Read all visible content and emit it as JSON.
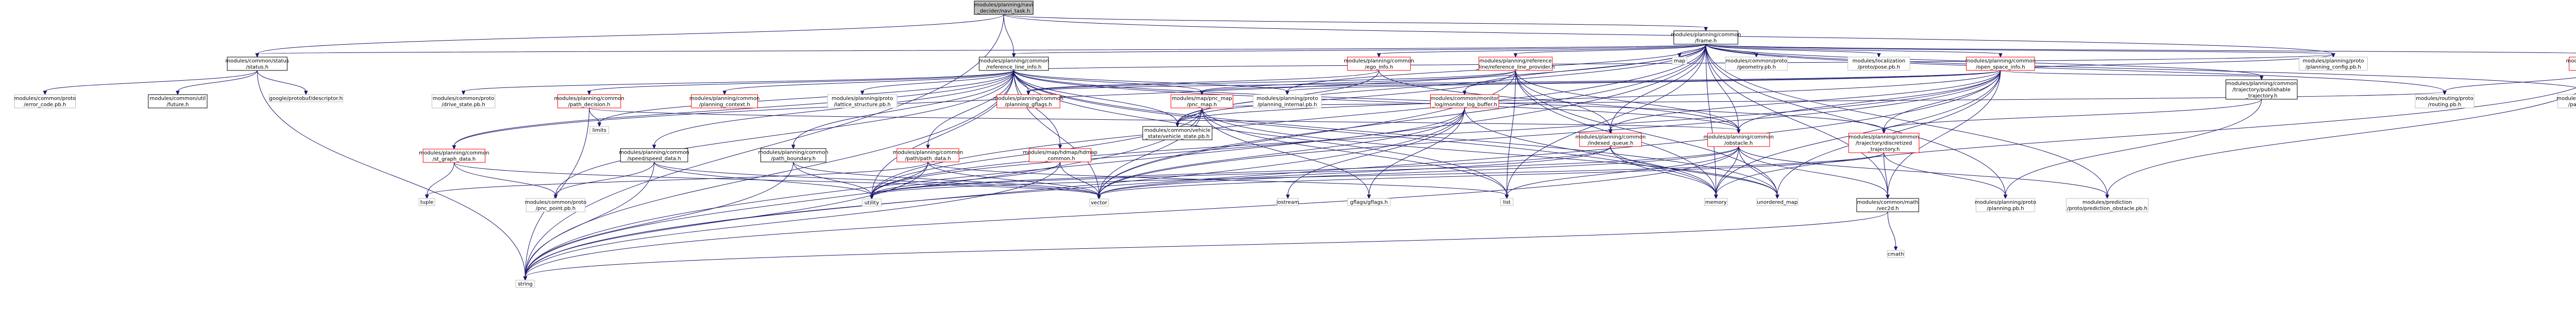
{
  "colors": {
    "edge": "#191970",
    "node_border": "#000000",
    "node_border_red": "#ff0000",
    "node_border_grey": "#bfbfbf",
    "node_fill": "#ffffff",
    "root_fill": "#bfbfbf",
    "text": "#000000"
  },
  "nodes": [
    {
      "id": "root",
      "style": "root",
      "lines": [
        "modules/planning/navi",
        "_decider/navi_task.h"
      ]
    },
    {
      "id": "frame",
      "style": "normal",
      "lines": [
        "modules/planning/common",
        "/frame.h"
      ]
    },
    {
      "id": "status",
      "style": "normal",
      "lines": [
        "modules/common/status",
        "/status.h"
      ]
    },
    {
      "id": "refinfo",
      "style": "normal",
      "lines": [
        "modules/planning/common",
        "/reference_line_info.h"
      ]
    },
    {
      "id": "ego",
      "style": "red",
      "lines": [
        "modules/planning/common",
        "/ego_info.h"
      ]
    },
    {
      "id": "monitor",
      "style": "red",
      "lines": [
        "modules/common/monitor",
        "_log/monitor_log_buffer.h"
      ]
    },
    {
      "id": "reflineprov",
      "style": "red",
      "lines": [
        "modules/planning/reference",
        "_line/reference_line_provider.h"
      ]
    },
    {
      "id": "map",
      "style": "grey",
      "lines": [
        "map"
      ]
    },
    {
      "id": "geompb",
      "style": "grey",
      "lines": [
        "modules/common/proto",
        "/geometry.pb.h"
      ]
    },
    {
      "id": "posepb",
      "style": "grey",
      "lines": [
        "modules/localization",
        "/proto/pose.pb.h"
      ]
    },
    {
      "id": "openspace",
      "style": "red",
      "lines": [
        "modules/planning/common",
        "/open_space_info.h"
      ]
    },
    {
      "id": "pubtraj",
      "style": "normal",
      "lines": [
        "modules/planning/common",
        "/trajectory/publishable",
        "_trajectory.h"
      ]
    },
    {
      "id": "plancfg",
      "style": "grey",
      "lines": [
        "modules/planning/proto",
        "/planning_config.pb.h"
      ]
    },
    {
      "id": "localview",
      "style": "red",
      "lines": [
        "modules/planning/common",
        "/local_view.h"
      ]
    },
    {
      "id": "errcode",
      "style": "grey",
      "lines": [
        "modules/common/proto",
        "/error_code.pb.h"
      ]
    },
    {
      "id": "future",
      "style": "normal",
      "lines": [
        "modules/common/util",
        "/future.h"
      ]
    },
    {
      "id": "gdesc",
      "style": "grey",
      "lines": [
        "google/protobuf/descriptor.h"
      ]
    },
    {
      "id": "drive",
      "style": "grey",
      "lines": [
        "modules/common/proto",
        "/drive_state.pb.h"
      ]
    },
    {
      "id": "pathdec",
      "style": "red",
      "lines": [
        "modules/planning/common",
        "/path_decision.h"
      ]
    },
    {
      "id": "plancontext",
      "style": "red",
      "lines": [
        "modules/planning/common",
        "/planning_context.h"
      ]
    },
    {
      "id": "lattice",
      "style": "grey",
      "lines": [
        "modules/planning/proto",
        "/lattice_structure.pb.h"
      ]
    },
    {
      "id": "gflags",
      "style": "red",
      "lines": [
        "modules/planning/common",
        "/planning_gflags.h"
      ]
    },
    {
      "id": "pncmap",
      "style": "red",
      "lines": [
        "modules/map/pnc_map",
        "/pnc_map.h"
      ]
    },
    {
      "id": "planinternal",
      "style": "grey",
      "lines": [
        "modules/planning/proto",
        "/planning_internal.pb.h"
      ]
    },
    {
      "id": "limits",
      "style": "grey",
      "lines": [
        "limits"
      ]
    },
    {
      "id": "stgraph",
      "style": "red",
      "lines": [
        "modules/planning/common",
        "/st_graph_data.h"
      ]
    },
    {
      "id": "speeddata",
      "style": "normal",
      "lines": [
        "modules/planning/common",
        "/speed/speed_data.h"
      ]
    },
    {
      "id": "pathbound",
      "style": "normal",
      "lines": [
        "modules/planning/common",
        "/path_boundary.h"
      ]
    },
    {
      "id": "pathdata",
      "style": "red",
      "lines": [
        "modules/planning/common",
        "/path/path_data.h"
      ]
    },
    {
      "id": "hdmap",
      "style": "red",
      "lines": [
        "modules/map/hdmap/hdmap",
        "_common.h"
      ]
    },
    {
      "id": "vehstate",
      "style": "normal",
      "lines": [
        "modules/common/vehicle",
        "_state/vehicle_state.pb.h"
      ]
    },
    {
      "id": "indexq",
      "style": "red",
      "lines": [
        "modules/planning/common",
        "/indexed_queue.h"
      ]
    },
    {
      "id": "obstacle",
      "style": "red",
      "lines": [
        "modules/planning/common",
        "/obstacle.h"
      ]
    },
    {
      "id": "discrtraj",
      "style": "red",
      "lines": [
        "modules/planning/common",
        "/trajectory/discretized",
        "_trajectory.h"
      ]
    },
    {
      "id": "routingpb",
      "style": "grey",
      "lines": [
        "modules/routing/proto",
        "/routing.pb.h"
      ]
    },
    {
      "id": "padmsg",
      "style": "grey",
      "lines": [
        "modules/planning/proto",
        "/pad_msg.pb.h"
      ]
    },
    {
      "id": "tuple",
      "style": "grey",
      "lines": [
        "tuple"
      ]
    },
    {
      "id": "pncpoint",
      "style": "grey",
      "lines": [
        "modules/common/proto",
        "/pnc_point.pb.h"
      ]
    },
    {
      "id": "utility",
      "style": "grey",
      "lines": [
        "utility"
      ]
    },
    {
      "id": "vector",
      "style": "grey",
      "lines": [
        "vector"
      ]
    },
    {
      "id": "cstream",
      "style": "grey",
      "lines": [
        "iostream"
      ]
    },
    {
      "id": "gflagsh",
      "style": "grey",
      "lines": [
        "gflags/gflags.h"
      ]
    },
    {
      "id": "list",
      "style": "grey",
      "lines": [
        "list"
      ]
    },
    {
      "id": "memory",
      "style": "grey",
      "lines": [
        "memory"
      ]
    },
    {
      "id": "unmap",
      "style": "grey",
      "lines": [
        "unordered_map"
      ]
    },
    {
      "id": "vec2d",
      "style": "normal",
      "lines": [
        "modules/common/math",
        "/vec2d.h"
      ]
    },
    {
      "id": "planningpb",
      "style": "grey",
      "lines": [
        "modules/planning/proto",
        "/planning.pb.h"
      ]
    },
    {
      "id": "predpb",
      "style": "grey",
      "lines": [
        "modules/prediction",
        "/proto/prediction_obstacle.pb.h"
      ]
    },
    {
      "id": "string",
      "style": "grey",
      "lines": [
        "string"
      ]
    },
    {
      "id": "cmath",
      "style": "grey",
      "lines": [
        "cmath"
      ]
    }
  ],
  "edges": [
    [
      "root",
      "frame"
    ],
    [
      "root",
      "status"
    ],
    [
      "root",
      "refinfo"
    ],
    [
      "root",
      "string"
    ],
    [
      "root",
      "plancfg"
    ],
    [
      "frame",
      "status"
    ],
    [
      "frame",
      "refinfo"
    ],
    [
      "frame",
      "ego"
    ],
    [
      "frame",
      "monitor"
    ],
    [
      "frame",
      "reflineprov"
    ],
    [
      "frame",
      "map"
    ],
    [
      "frame",
      "geompb"
    ],
    [
      "frame",
      "posepb"
    ],
    [
      "frame",
      "openspace"
    ],
    [
      "frame",
      "pubtraj"
    ],
    [
      "frame",
      "plancfg"
    ],
    [
      "frame",
      "localview"
    ],
    [
      "frame",
      "planinternal"
    ],
    [
      "frame",
      "indexq"
    ],
    [
      "frame",
      "obstacle"
    ],
    [
      "frame",
      "vehstate"
    ],
    [
      "frame",
      "routingpb"
    ],
    [
      "frame",
      "padmsg"
    ],
    [
      "frame",
      "planningpb"
    ],
    [
      "frame",
      "predpb"
    ],
    [
      "frame",
      "vec2d"
    ],
    [
      "frame",
      "list"
    ],
    [
      "frame",
      "memory"
    ],
    [
      "frame",
      "string"
    ],
    [
      "frame",
      "vector"
    ],
    [
      "frame",
      "utility"
    ],
    [
      "frame",
      "stgraph"
    ],
    [
      "status",
      "errcode"
    ],
    [
      "status",
      "future"
    ],
    [
      "status",
      "gdesc"
    ],
    [
      "status",
      "string"
    ],
    [
      "refinfo",
      "drive"
    ],
    [
      "refinfo",
      "pathdec"
    ],
    [
      "refinfo",
      "plancontext"
    ],
    [
      "refinfo",
      "lattice"
    ],
    [
      "refinfo",
      "gflags"
    ],
    [
      "refinfo",
      "pncmap"
    ],
    [
      "refinfo",
      "planinternal"
    ],
    [
      "refinfo",
      "limits"
    ],
    [
      "refinfo",
      "stgraph"
    ],
    [
      "refinfo",
      "speeddata"
    ],
    [
      "refinfo",
      "pathbound"
    ],
    [
      "refinfo",
      "pathdata"
    ],
    [
      "refinfo",
      "hdmap"
    ],
    [
      "refinfo",
      "vehstate"
    ],
    [
      "refinfo",
      "discrtraj"
    ],
    [
      "refinfo",
      "plancfg"
    ],
    [
      "refinfo",
      "pncpoint"
    ],
    [
      "refinfo",
      "utility"
    ],
    [
      "refinfo",
      "vector"
    ],
    [
      "refinfo",
      "list"
    ],
    [
      "refinfo",
      "unmap"
    ],
    [
      "refinfo",
      "string"
    ],
    [
      "refinfo",
      "memory"
    ],
    [
      "refinfo",
      "obstacle"
    ],
    [
      "ego",
      "gflags"
    ],
    [
      "ego",
      "vehstate"
    ],
    [
      "ego",
      "obstacle"
    ],
    [
      "monitor",
      "cstream"
    ],
    [
      "monitor",
      "gflagsh"
    ],
    [
      "monitor",
      "vector"
    ],
    [
      "monitor",
      "memory"
    ],
    [
      "monitor",
      "string"
    ],
    [
      "monitor",
      "utility"
    ],
    [
      "reflineprov",
      "pncmap"
    ],
    [
      "reflineprov",
      "gflags"
    ],
    [
      "reflineprov",
      "vehstate"
    ],
    [
      "reflineprov",
      "list"
    ],
    [
      "reflineprov",
      "memory"
    ],
    [
      "reflineprov",
      "unmap"
    ],
    [
      "reflineprov",
      "vector"
    ],
    [
      "reflineprov",
      "indexq"
    ],
    [
      "openspace",
      "pubtraj"
    ],
    [
      "openspace",
      "discrtraj"
    ],
    [
      "openspace",
      "obstacle"
    ],
    [
      "openspace",
      "indexq"
    ],
    [
      "openspace",
      "vehstate"
    ],
    [
      "openspace",
      "gflags"
    ],
    [
      "openspace",
      "planinternal"
    ],
    [
      "openspace",
      "plancfg"
    ],
    [
      "openspace",
      "vector"
    ],
    [
      "openspace",
      "utility"
    ],
    [
      "openspace",
      "memory"
    ],
    [
      "openspace",
      "string"
    ],
    [
      "openspace",
      "vec2d"
    ],
    [
      "openspace",
      "unmap"
    ],
    [
      "openspace",
      "pncmap"
    ],
    [
      "pubtraj",
      "discrtraj"
    ],
    [
      "pubtraj",
      "planningpb"
    ],
    [
      "localview",
      "routingpb"
    ],
    [
      "localview",
      "padmsg"
    ],
    [
      "localview",
      "predpb"
    ],
    [
      "localview",
      "memory"
    ],
    [
      "pathdec",
      "obstacle"
    ],
    [
      "pathdec",
      "limits"
    ],
    [
      "pathdec",
      "string"
    ],
    [
      "pncmap",
      "vehstate"
    ],
    [
      "pncmap",
      "routingpb"
    ],
    [
      "pncmap",
      "list"
    ],
    [
      "pncmap",
      "gflagsh"
    ],
    [
      "pncmap",
      "vector"
    ],
    [
      "pncmap",
      "string"
    ],
    [
      "pncmap",
      "unmap"
    ],
    [
      "pncmap",
      "utility"
    ],
    [
      "stgraph",
      "tuple"
    ],
    [
      "stgraph",
      "pncpoint"
    ],
    [
      "stgraph",
      "vector"
    ],
    [
      "speeddata",
      "pncpoint"
    ],
    [
      "speeddata",
      "string"
    ],
    [
      "speeddata",
      "vector"
    ],
    [
      "speeddata",
      "utility"
    ],
    [
      "pathbound",
      "string"
    ],
    [
      "pathbound",
      "utility"
    ],
    [
      "pathbound",
      "vector"
    ],
    [
      "pathdata",
      "list"
    ],
    [
      "pathdata",
      "tuple"
    ],
    [
      "pathdata",
      "string"
    ],
    [
      "pathdata",
      "utility"
    ],
    [
      "pathdata",
      "vector"
    ],
    [
      "hdmap",
      "string"
    ],
    [
      "hdmap",
      "utility"
    ],
    [
      "hdmap",
      "vector"
    ],
    [
      "indexq",
      "memory"
    ],
    [
      "indexq",
      "utility"
    ],
    [
      "indexq",
      "vector"
    ],
    [
      "indexq",
      "unmap"
    ],
    [
      "obstacle",
      "list"
    ],
    [
      "obstacle",
      "memory"
    ],
    [
      "obstacle",
      "string"
    ],
    [
      "obstacle",
      "unmap"
    ],
    [
      "obstacle",
      "vector"
    ],
    [
      "obstacle",
      "vec2d"
    ],
    [
      "obstacle",
      "predpb"
    ],
    [
      "obstacle",
      "utility"
    ],
    [
      "discrtraj",
      "vector"
    ],
    [
      "discrtraj",
      "planningpb"
    ],
    [
      "discrtraj",
      "vec2d"
    ],
    [
      "discrtraj",
      "utility"
    ],
    [
      "vec2d",
      "cmath"
    ],
    [
      "vec2d",
      "string"
    ],
    [
      "reflineprov",
      "obstacle"
    ]
  ]
}
